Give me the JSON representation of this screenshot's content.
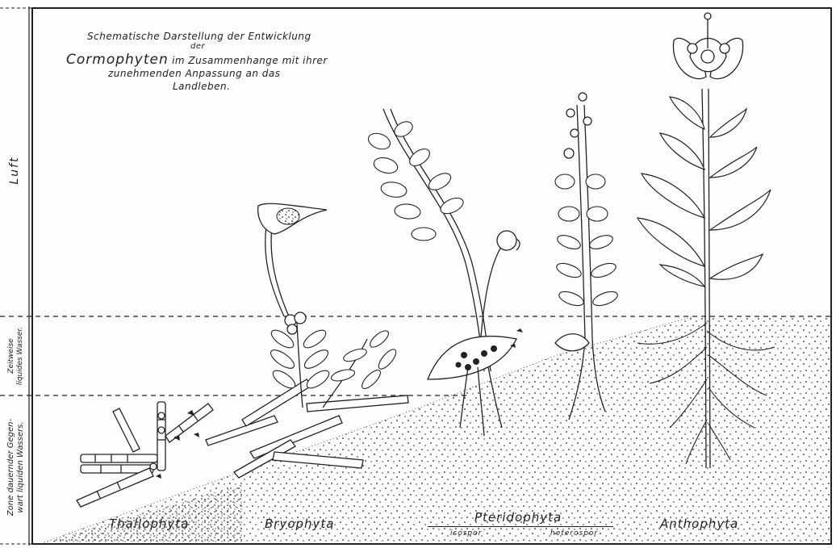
{
  "title": {
    "line1": "Schematische Darstellung der Entwicklung",
    "insert": "der",
    "line2_big": "Cormophyten",
    "line2_rest": "im Zusammenhange mit ihrer",
    "line3": "zunehmenden Anpassung an das",
    "line4": "Landleben."
  },
  "zones": {
    "air": "Luft",
    "partial_line1": "Zeitweise",
    "partial_line2": "liquides Wasser.",
    "permanent_line1": "Zone dauernder Gegen-",
    "permanent_line2": "wart liquiden Wassers."
  },
  "groups": {
    "thallophyta": "Thallophyta",
    "bryophyta": "Bryophyta",
    "pteridophyta": "Pteridophyta",
    "isospor": "isospor",
    "heterospor": "heterospor",
    "anthophyta": "Anthophyta"
  }
}
